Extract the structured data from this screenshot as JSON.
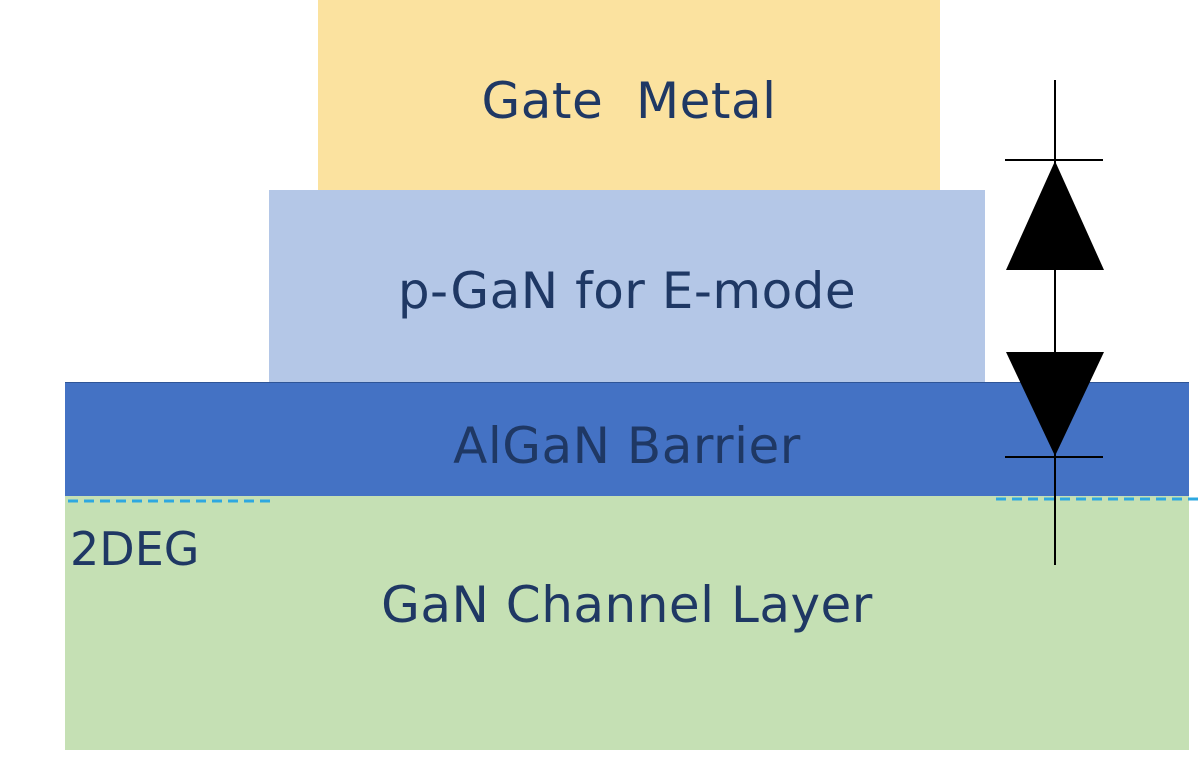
{
  "layers": {
    "gate_metal": "Gate  Metal",
    "pgan": "p-GaN for E-mode",
    "algan": "AlGaN Barrier",
    "gan": "GaN Channel Layer"
  },
  "twodeg_label": "2DEG",
  "colors": {
    "gate_metal": "#fbe29f",
    "pgan": "#b4c7e7",
    "algan": "#4472c4",
    "gan": "#c5e0b4",
    "text": "#1f3864",
    "twodeg_line": "#2ea8e0",
    "diode": "#000000"
  }
}
